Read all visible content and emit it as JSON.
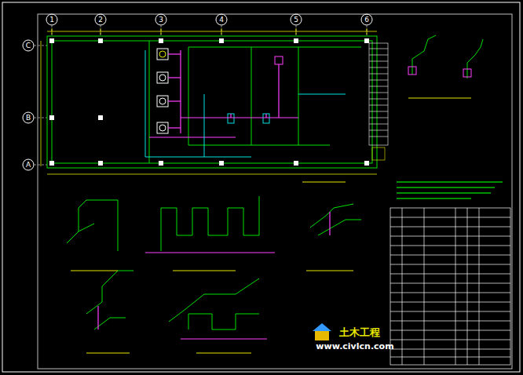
{
  "diagram": {
    "labels": [
      "1",
      "2",
      "3",
      "4",
      "5",
      "6",
      "C",
      "B",
      "A",
      "土木工程",
      "www.civlcn.com"
    ]
  }
}
